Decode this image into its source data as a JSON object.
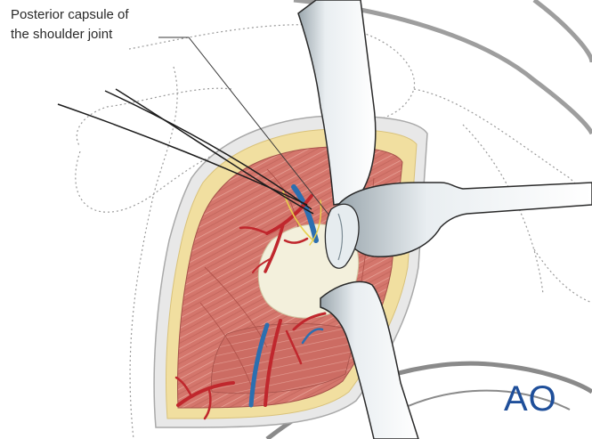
{
  "annotation": {
    "line1": "Posterior capsule of",
    "line2": "the shoulder joint"
  },
  "logo": {
    "text": "AO",
    "color": "#1f4f9a"
  },
  "colors": {
    "muscle": "#d4766c",
    "muscle_dark": "#b85a52",
    "fat": "#f1dfa0",
    "skin_edge": "#c9c9c9",
    "artery": "#c0272d",
    "vein": "#2c6fb0",
    "capsule": "#f3f0dc",
    "instrument": "#f4f4f4"
  },
  "icons": [
    "vessel-artery",
    "vessel-vein",
    "retractor",
    "suture-thread"
  ]
}
